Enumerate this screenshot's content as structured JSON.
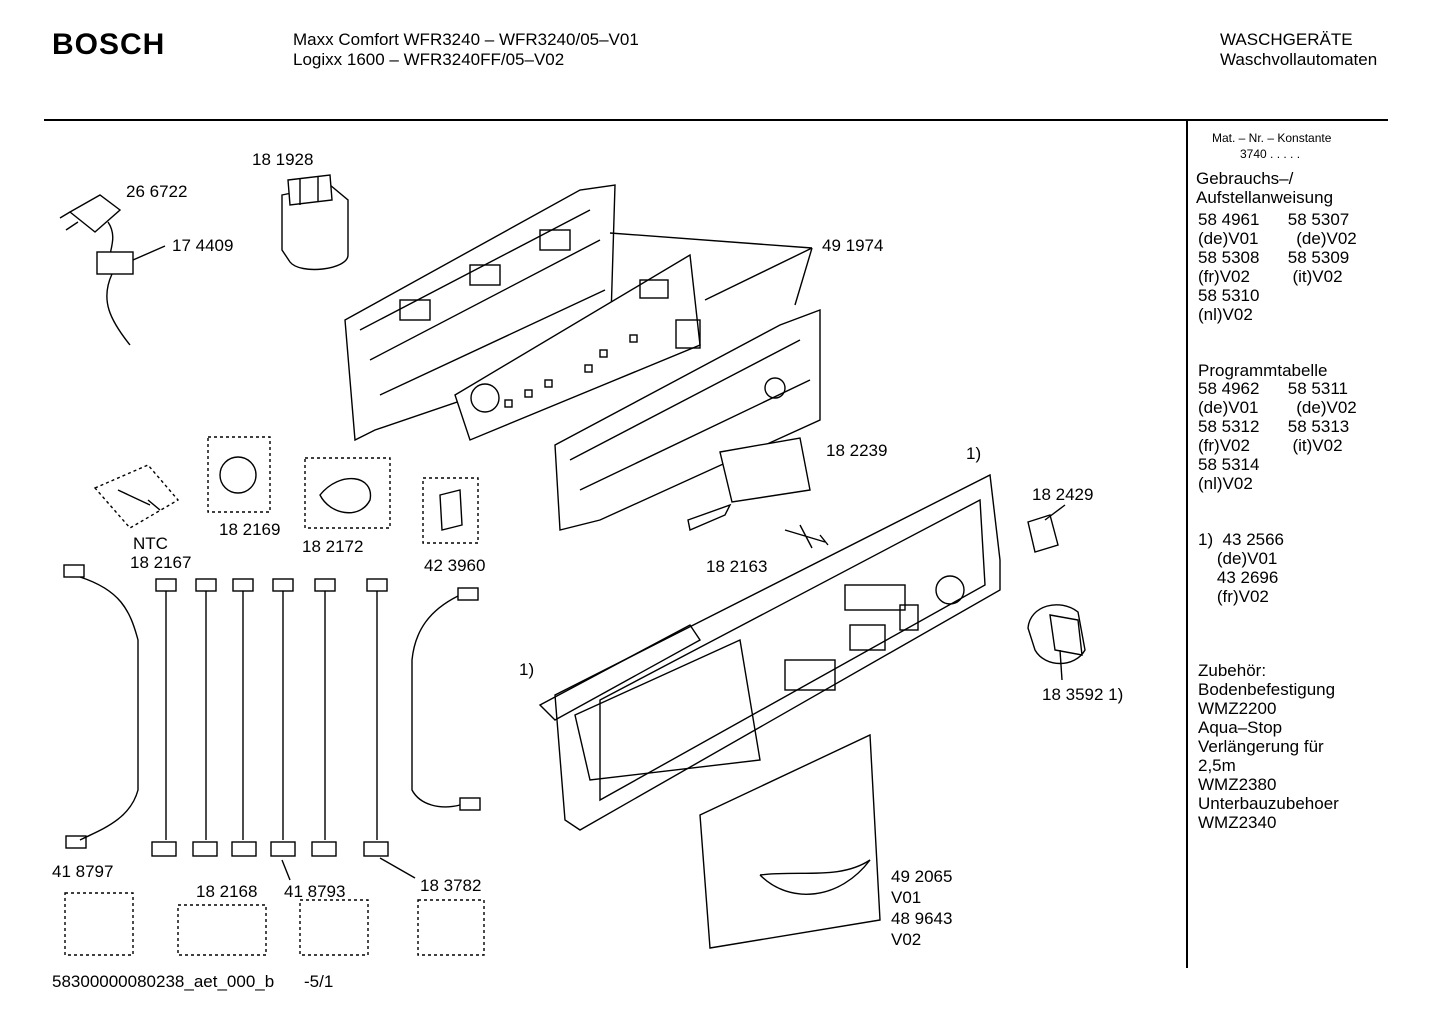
{
  "header": {
    "brand": "BOSCH",
    "model_line1": "Maxx Comfort WFR3240 – WFR3240/05–V01",
    "model_line2": "Logixx 1600 – WFR3240FF/05–V02",
    "category_line1": "WASCHGERÄTE",
    "category_line2": "Waschvollautomaten"
  },
  "part_labels": {
    "p181928": "18 1928",
    "p266722": "26 6722",
    "p174409": "17 4409",
    "p491974": "49 1974",
    "p182239": "18 2239",
    "note1_top": "1)",
    "p182429": "18 2429",
    "p182163": "18 2163",
    "ntc": "NTC",
    "p182167": "18 2167",
    "p182169": "18 2169",
    "p182172": "18 2172",
    "p423960": "42 3960",
    "note1_left": "1)",
    "p183592": "18 3592 1)",
    "p418797": "41 8797",
    "p182168": "18 2168",
    "p418793": "41 8793",
    "p183782": "18 3782",
    "p492065": "49 2065",
    "v01": "V01",
    "p489643": "48 9643",
    "v02": "V02"
  },
  "footer": {
    "doc_id": "58300000080238_aet_000_b",
    "page": "-5/1"
  },
  "sidebar": {
    "mat_line1": "Mat. – Nr. – Konstante",
    "mat_line2": "3740  .  .  .  .  .",
    "manual_title": "Gebrauchs–/\nAufstellanweisung",
    "manual_items": "58 4961      58 5307\n(de)V01        (de)V02\n58 5308      58 5309\n(fr)V02         (it)V02\n58 5310\n(nl)V02",
    "program_title": "Programmtabelle",
    "program_items": "58 4962      58 5311\n(de)V01        (de)V02\n58 5312      58 5313\n(fr)V02         (it)V02\n58 5314\n(nl)V02",
    "note": "1)  43 2566\n    (de)V01\n    43 2696\n    (fr)V02",
    "accessories": "Zubehör:\nBodenbefestigung\nWMZ2200\nAqua–Stop\nVerlängerung für\n2,5m\nWMZ2380\nUnterbauzubehoer\nWMZ2340"
  }
}
